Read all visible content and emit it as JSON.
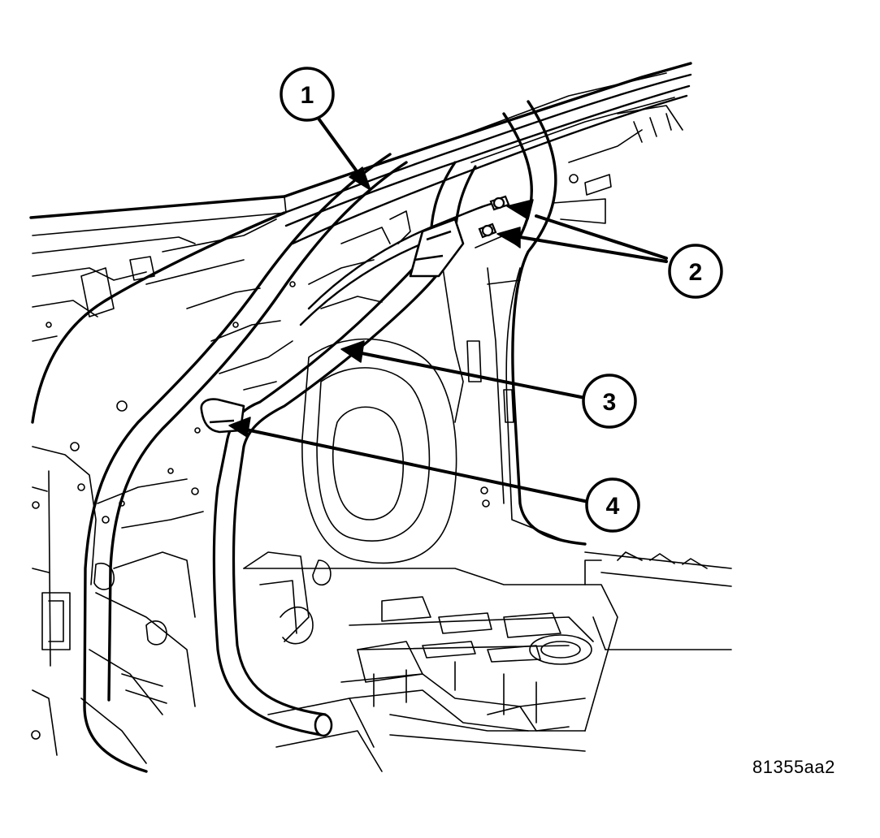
{
  "callouts": [
    {
      "id": "1",
      "label": "1"
    },
    {
      "id": "2",
      "label": "2"
    },
    {
      "id": "3",
      "label": "3"
    },
    {
      "id": "4",
      "label": "4"
    }
  ],
  "figure_id": "81355aa2",
  "colors": {
    "ink": "#000000",
    "paper": "#ffffff"
  }
}
